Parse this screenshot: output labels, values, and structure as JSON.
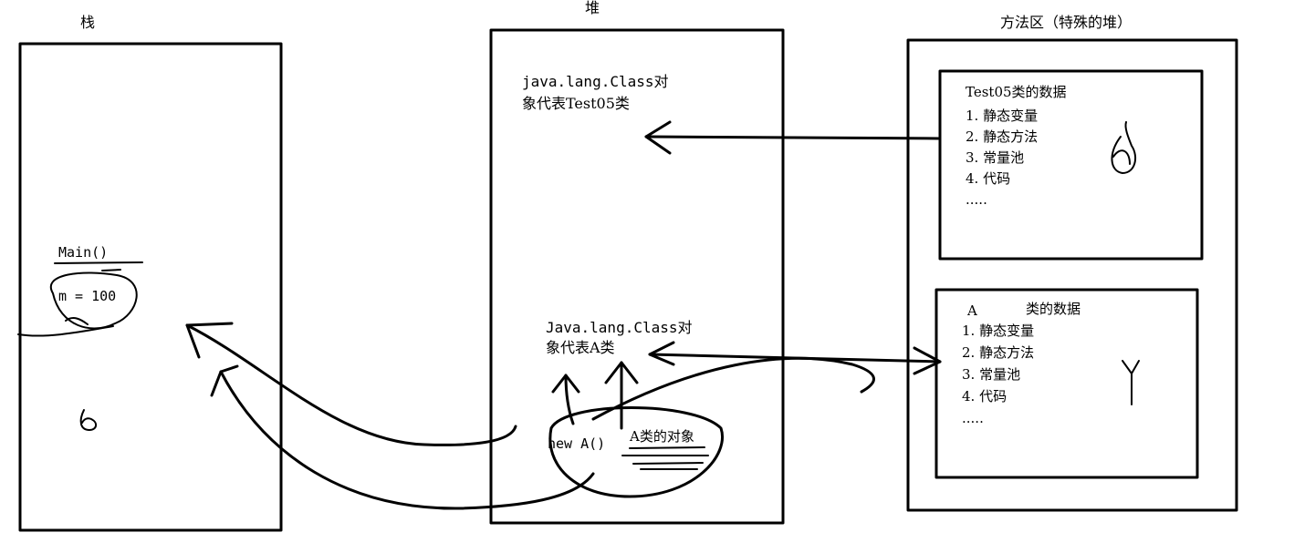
{
  "regions": {
    "stack": {
      "title": "栈"
    },
    "heap": {
      "title": "堆"
    },
    "method_area": {
      "title": "方法区（特殊的堆）"
    }
  },
  "stack": {
    "frame_label": "Main()",
    "var_text": "m = 100",
    "note_b": "b"
  },
  "heap": {
    "class_obj_test05_line1": "java.lang.Class对",
    "class_obj_test05_line2": "象代表Test05类",
    "class_obj_a_line1": "Java.lang.Class对",
    "class_obj_a_line2": "象代表A类",
    "new_a_label": "new A()",
    "a_instance_label": "A类的对象"
  },
  "method_area": {
    "test05_box": {
      "title": "Test05类的数据",
      "items": [
        "1. 静态变量",
        "2. 静态方法",
        "3. 常量池",
        "4. 代码",
        "....."
      ],
      "note": "a"
    },
    "a_box": {
      "title_prefix": "A",
      "title_suffix": "类的数据",
      "items": [
        "1. 静态变量",
        "2. 静态方法",
        "3. 常量池",
        "4. 代码",
        "....."
      ],
      "note": "y"
    }
  }
}
